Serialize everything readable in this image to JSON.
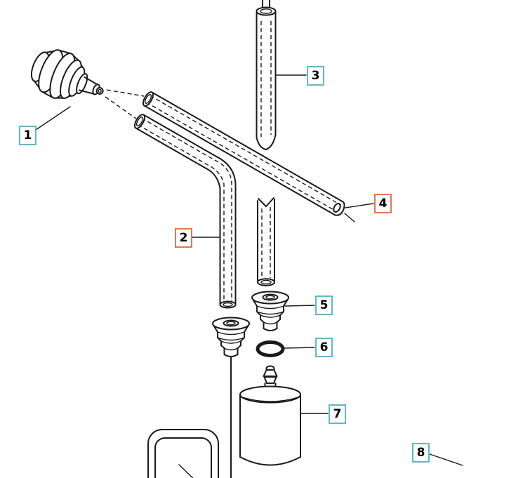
{
  "diagram": {
    "kind": "exploded-parts-diagram",
    "background_color": "#ffffff",
    "line_color": "#1a1a1a",
    "callout_colors": {
      "teal": "#64b6c8",
      "orange": "#de7b4e"
    },
    "callouts": [
      {
        "num": "1",
        "color": "teal",
        "part": "tank-vent-valve-assembly"
      },
      {
        "num": "2",
        "color": "orange",
        "part": "bent-fuel-hose"
      },
      {
        "num": "3",
        "color": "teal",
        "part": "straight-fuel-pipe"
      },
      {
        "num": "4",
        "color": "orange",
        "part": "long-fuel-hose"
      },
      {
        "num": "5",
        "color": "teal",
        "part": "grommet"
      },
      {
        "num": "6",
        "color": "teal",
        "part": "o-ring"
      },
      {
        "num": "7",
        "color": "teal",
        "part": "fuel-filter"
      },
      {
        "num": "8",
        "color": "teal",
        "part": "part-offscreen-right"
      }
    ]
  }
}
